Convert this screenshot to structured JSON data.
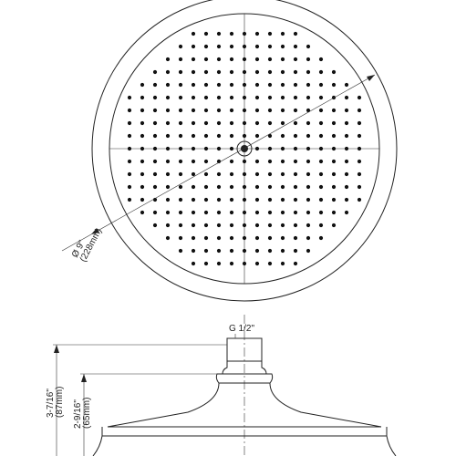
{
  "top_view": {
    "diameter_label": "Ø 9\"",
    "diameter_metric": "(228mm)"
  },
  "side_view": {
    "thread_label": "G 1/2\"",
    "overall_height_label": "3-7/16\"",
    "overall_height_metric": "(87mm)",
    "body_height_label": "2-9/16\"",
    "body_height_metric": "(65mm)"
  }
}
